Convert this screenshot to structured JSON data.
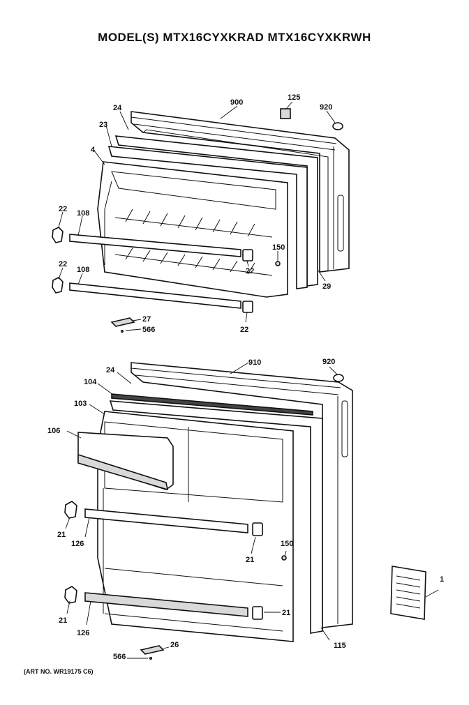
{
  "title": "MODEL(S) MTX16CYXKRAD  MTX16CYXKRWH",
  "art_no": "(ART NO. WR19175 C6)",
  "callouts": {
    "top_900": "900",
    "top_125": "125",
    "top_920": "920",
    "top_24": "24",
    "top_23": "23",
    "top_4": "4",
    "top_22a": "22",
    "top_108a": "108",
    "top_22b": "22",
    "top_108b": "108",
    "top_150": "150",
    "top_22c": "22",
    "top_29": "29",
    "top_22d": "22",
    "top_27": "27",
    "top_566": "566",
    "bot_910": "910",
    "bot_920": "920",
    "bot_24": "24",
    "bot_104": "104",
    "bot_103": "103",
    "bot_106": "106",
    "bot_21a": "21",
    "bot_126a": "126",
    "bot_150": "150",
    "bot_21b": "21",
    "bot_21c": "21",
    "bot_126b": "126",
    "bot_21d": "21",
    "bot_115": "115",
    "bot_26": "26",
    "bot_566": "566",
    "side_1": "1"
  }
}
